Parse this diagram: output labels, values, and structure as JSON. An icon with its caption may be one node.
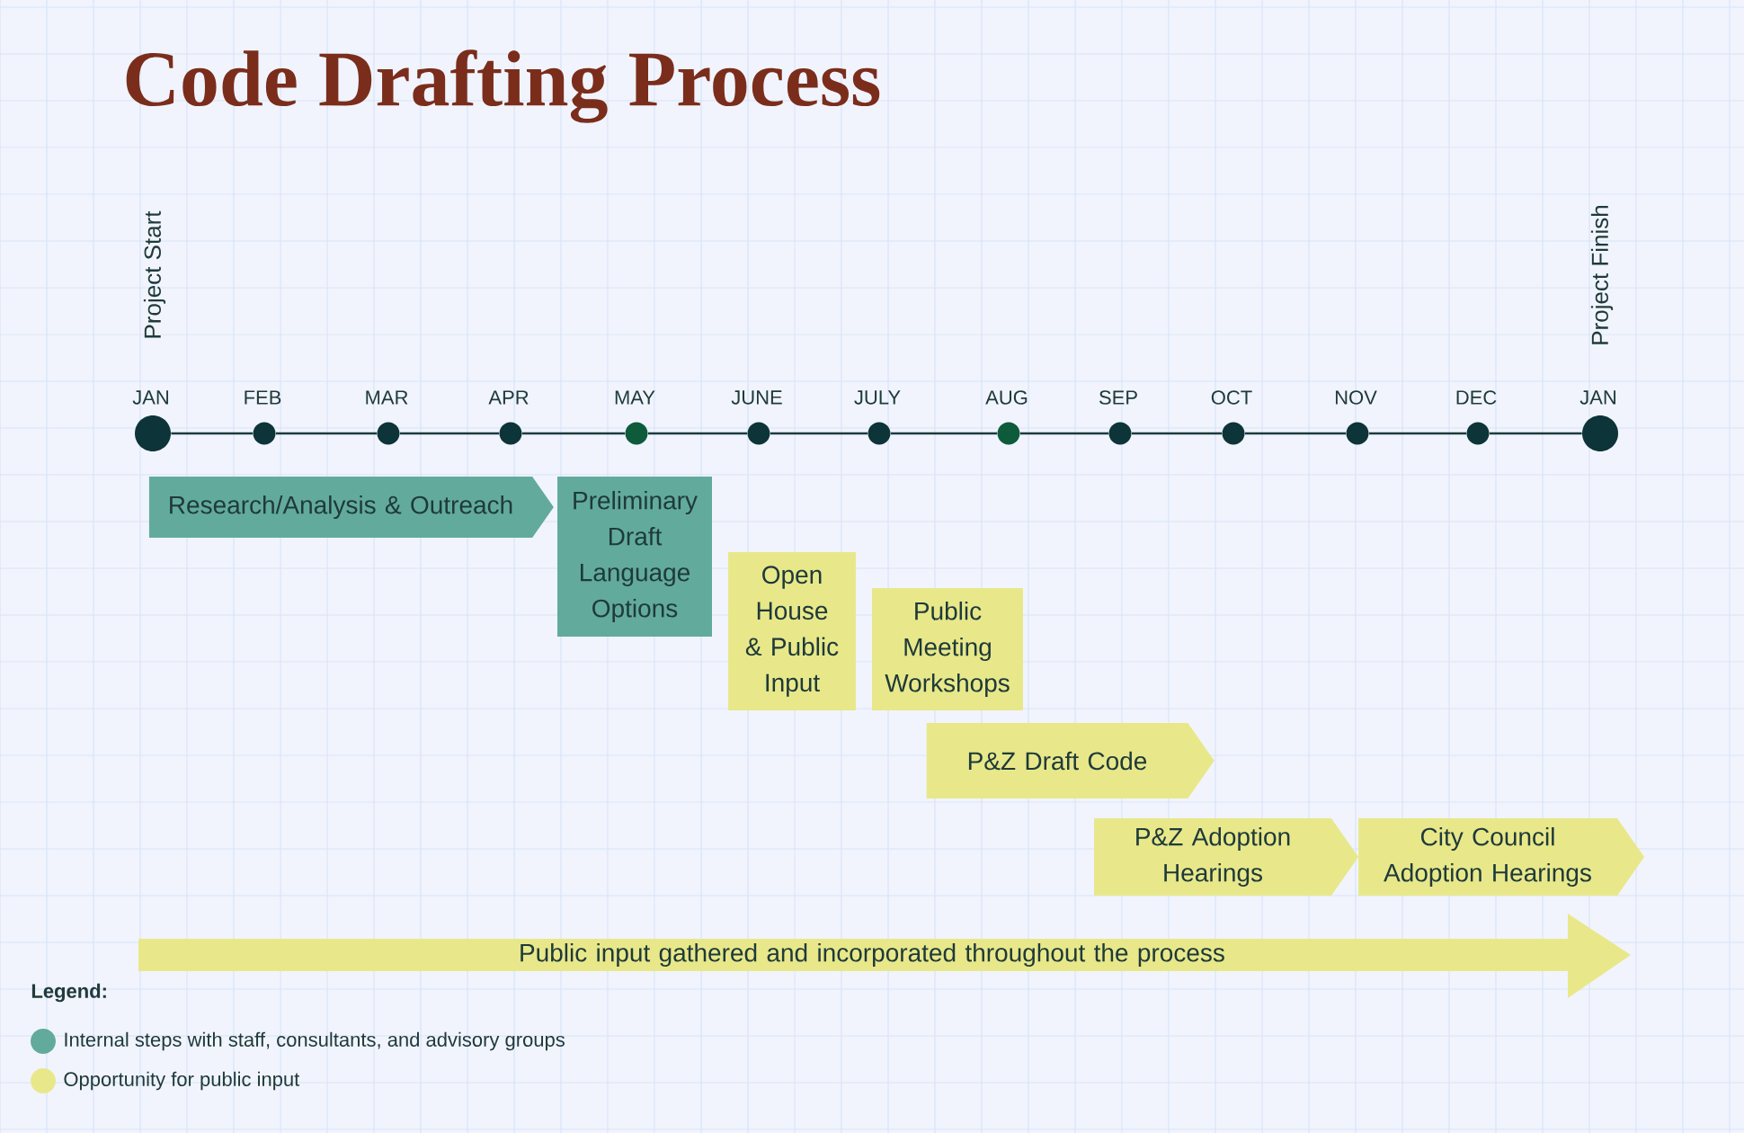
{
  "diagram": {
    "title": "Code Drafting Process",
    "nodes": [
      {
        "text": [],
        "shape": "circle",
        "beside": [
          "JAN",
          "Project Start"
        ]
      },
      {
        "text": [],
        "shape": "circle",
        "beside": [
          "FEB"
        ]
      },
      {
        "text": [],
        "shape": "circle",
        "beside": [
          "MAR"
        ]
      },
      {
        "text": [],
        "shape": "circle",
        "beside": [
          "APR"
        ]
      },
      {
        "text": [],
        "shape": "circle",
        "beside": [
          "MAY"
        ]
      },
      {
        "text": [],
        "shape": "circle",
        "beside": [
          "JUNE"
        ]
      },
      {
        "text": [],
        "shape": "circle",
        "beside": [
          "JULY"
        ]
      },
      {
        "text": [],
        "shape": "circle",
        "beside": [
          "AUG"
        ]
      },
      {
        "text": [],
        "shape": "circle",
        "beside": [
          "SEP"
        ]
      },
      {
        "text": [],
        "shape": "circle",
        "beside": [
          "OCT"
        ]
      },
      {
        "text": [],
        "shape": "circle",
        "beside": [
          "NOV"
        ]
      },
      {
        "text": [],
        "shape": "circle",
        "beside": [
          "DEC"
        ]
      },
      {
        "text": [],
        "shape": "circle",
        "beside": [
          "JAN",
          "Project Finish"
        ]
      },
      {
        "text": [
          "Research/Analysis & Outreach"
        ]
      },
      {
        "text": [
          "Preliminary Draft Language Options"
        ]
      },
      {
        "text": [
          "Open House & Public Input"
        ]
      },
      {
        "text": [
          "Public Meeting Workshops"
        ]
      },
      {
        "text": [
          "P&Z Draft Code"
        ]
      },
      {
        "text": [
          "P&Z Adoption Hearings"
        ]
      },
      {
        "text": [
          "City Council Adoption Hearings"
        ]
      },
      {
        "text": [
          "Public input gathered and incorporated throughout the process"
        ]
      }
    ],
    "edges": [
      {
        "from": 0,
        "to": 1,
        "arrow": "none"
      },
      {
        "from": 1,
        "to": 2,
        "arrow": "none"
      },
      {
        "from": 2,
        "to": 3,
        "arrow": "none"
      },
      {
        "from": 3,
        "to": 4,
        "arrow": "none"
      },
      {
        "from": 4,
        "to": 5,
        "arrow": "none"
      },
      {
        "from": 5,
        "to": 6,
        "arrow": "none"
      },
      {
        "from": 6,
        "to": 7,
        "arrow": "none"
      },
      {
        "from": 7,
        "to": 8,
        "arrow": "none"
      },
      {
        "from": 8,
        "to": 9,
        "arrow": "none"
      },
      {
        "from": 9,
        "to": 10,
        "arrow": "none"
      },
      {
        "from": 10,
        "to": 11,
        "arrow": "none"
      },
      {
        "from": 11,
        "to": 12,
        "arrow": "none"
      }
    ],
    "labels": [
      "Legend:"
    ],
    "legend": [
      {
        "text": "Internal steps with staff, consultants, and advisory groups",
        "color": "#62ab9c"
      },
      {
        "text": "Opportunity for public input",
        "color": "#e8e88a"
      }
    ]
  }
}
